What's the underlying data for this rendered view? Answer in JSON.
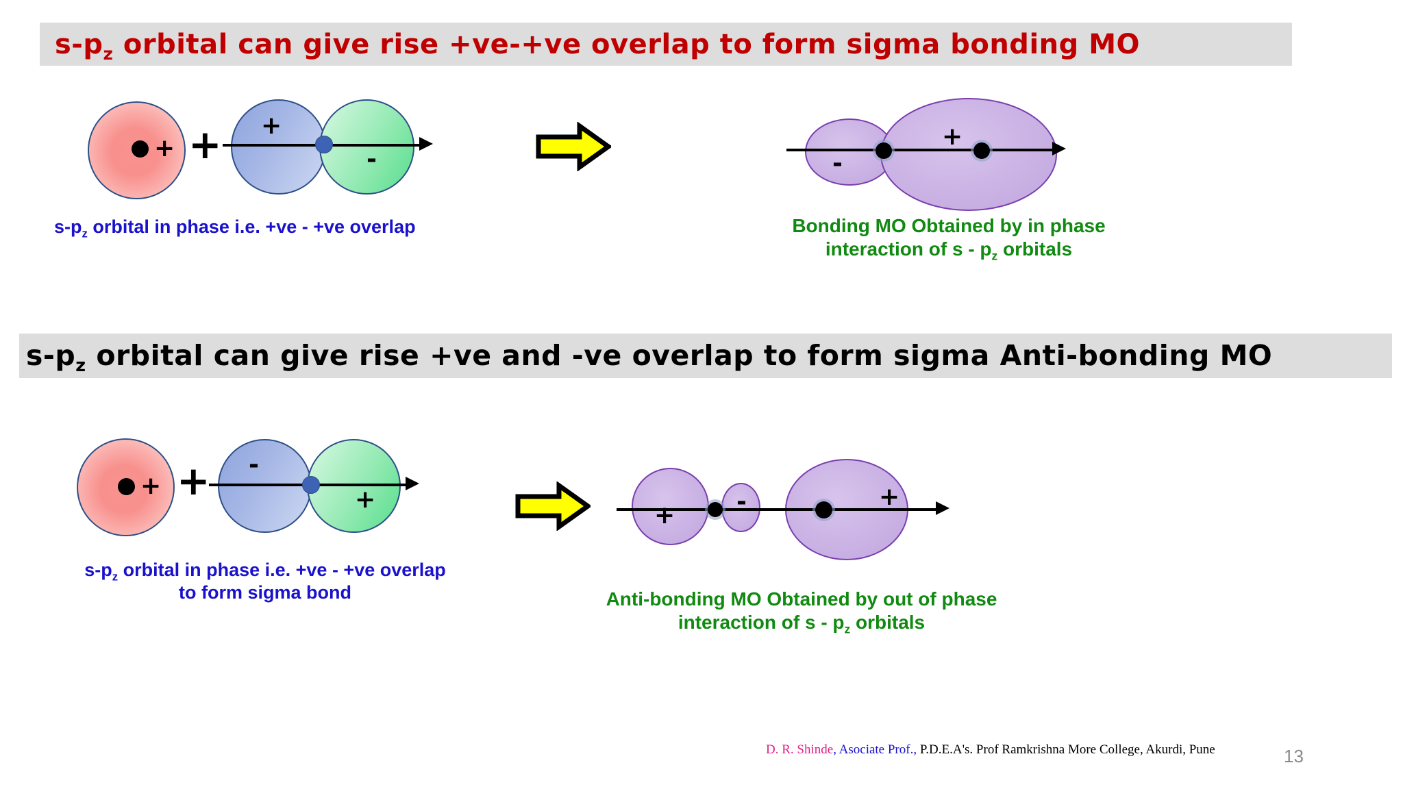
{
  "slide": {
    "page_number": "13",
    "background_color": "#ffffff",
    "banner_color": "#dddddd"
  },
  "sections": [
    {
      "banner": {
        "text_prefix": "s-p",
        "text_subscript": "z",
        "text_suffix": " orbital can give rise +ve-+ve overlap to form sigma bonding MO",
        "color": "#c00000"
      },
      "left_caption": {
        "line1_prefix": "s-p",
        "line1_subscript": "z",
        "line1_suffix": " orbital in phase i.e. +ve - +ve overlap",
        "color": "#1a11cc"
      },
      "right_caption": {
        "line1": "Bonding MO Obtained by in phase",
        "line2_prefix": "interaction of s - p",
        "line2_subscript": "z",
        "line2_suffix": " orbitals",
        "color": "#108a10"
      },
      "operator": "+",
      "s_orbital": {
        "sign": "+",
        "color": "#f9928f"
      },
      "p_orbital": {
        "left_lobe_sign": "+",
        "right_lobe_sign": "-",
        "left_color": "#a7b8e6",
        "right_color": "#8fe9b0"
      },
      "mo": {
        "small_lobe_sign": "-",
        "large_lobe_sign": "+",
        "color": "#cdb6e6"
      }
    },
    {
      "banner": {
        "text_prefix": "s-p",
        "text_subscript": "z",
        "text_suffix": " orbital can give rise +ve and -ve overlap to form sigma Anti-bonding MO",
        "color": "#000000"
      },
      "left_caption": {
        "line1_prefix": "s-p",
        "line1_subscript": "z",
        "line1_suffix": " orbital in phase i.e. +ve - +ve overlap",
        "line2": "to form sigma bond",
        "color": "#1a11cc"
      },
      "right_caption": {
        "line1": "Anti-bonding MO Obtained by out of phase",
        "line2_prefix": "interaction of s - p",
        "line2_subscript": "z",
        "line2_suffix": " orbitals",
        "color": "#108a10"
      },
      "operator": "+",
      "s_orbital": {
        "sign": "+",
        "color": "#f9928f"
      },
      "p_orbital": {
        "left_lobe_sign": "-",
        "right_lobe_sign": "+",
        "left_color": "#a7b8e6",
        "right_color": "#8fe9b0"
      },
      "mo": {
        "first_lobe_sign": "+",
        "second_lobe_sign": "-",
        "third_lobe_sign": "+",
        "color": "#cdb6e6"
      }
    }
  ],
  "footer": {
    "name": "D. R. Shinde",
    "role": ", Asociate Prof.,",
    "affiliation": " P.D.E.A's. Prof Ramkrishna More College, Akurdi, Pune"
  }
}
